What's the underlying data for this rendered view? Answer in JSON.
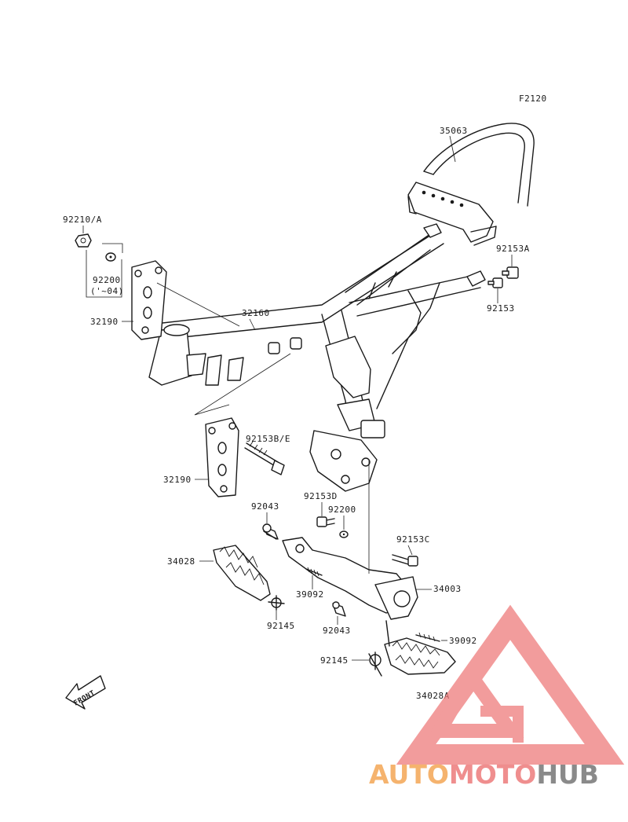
{
  "diagram_code": "F2120",
  "parts": {
    "p35063": "35063",
    "p92210a": "92210/A",
    "p92200_top": "92200",
    "p92200_note": "('~04)",
    "p32190_top": "32190",
    "p32160": "32160",
    "p92153a": "92153A",
    "p92153": "92153",
    "p92153be": "92153B/E",
    "p32190_bot": "32190",
    "p92043_top": "92043",
    "p92153d": "92153D",
    "p92200_mid": "92200",
    "p92153c": "92153C",
    "p34028": "34028",
    "p34003": "34003",
    "p39092_left": "39092",
    "p39092_right": "39092",
    "p92145_left": "92145",
    "p92043_bot": "92043",
    "p92145_right": "92145",
    "p34028a": "34028A"
  },
  "front_arrow_label": "FRONT",
  "watermark": {
    "auto": "AUTO",
    "moto": "MOTO",
    "hub": "HUB",
    "colors": {
      "auto": "#f5b36e",
      "moto": "#ef8e8e",
      "hub": "#8a8a8a",
      "triangle": "#ee7b7b"
    }
  }
}
